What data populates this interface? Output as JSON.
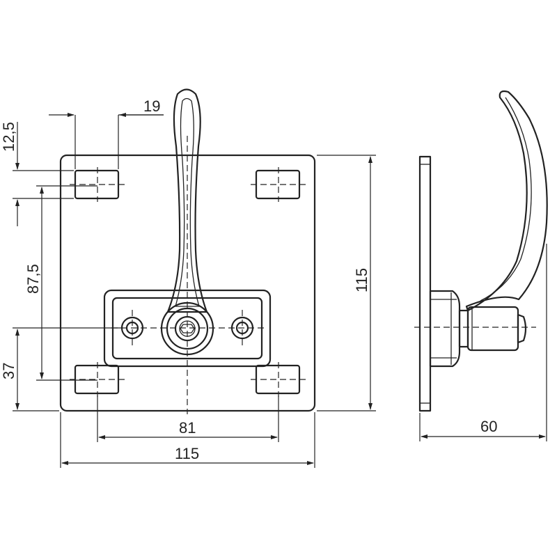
{
  "dimensions": {
    "d_19": "19",
    "d_12_5": "12,5",
    "d_87_5": "87,5",
    "d_37": "37",
    "d_115_height": "115",
    "d_81": "81",
    "d_115_width": "115",
    "d_60": "60"
  },
  "colors": {
    "line": "#222222",
    "background": "#ffffff"
  }
}
